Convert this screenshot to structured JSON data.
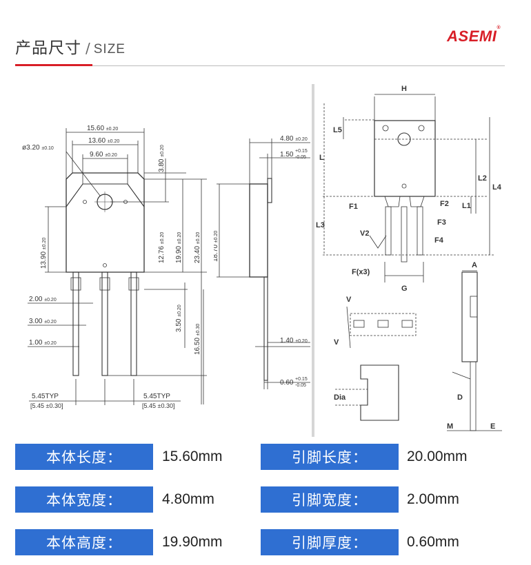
{
  "header": {
    "title_cn": "产品尺寸",
    "title_sep": "/",
    "title_en": "SIZE",
    "logo_text": "ASEMI",
    "logo_reg": "®"
  },
  "colors": {
    "accent_red": "#d81e27",
    "label_blue": "#2f6fd2"
  },
  "left_drawing": {
    "dims": {
      "w1560": "15.60",
      "w1360": "13.60",
      "w960": "9.60",
      "dia320": "ø3.20",
      "h380": "3.80",
      "h1390": "13.90",
      "h1276": "12.76",
      "h1990": "19.90",
      "h2340": "23.40",
      "l200": "2.00",
      "l300": "3.00",
      "l100": "1.00",
      "h350": "3.50",
      "h1650": "16.50",
      "pitch1": "5.45TYP",
      "pitch1b": "[5.45 ±0.30]",
      "pitch2": "5.45TYP",
      "pitch2b": "[5.45 ±0.30]"
    },
    "tol20": "±0.20",
    "tol10": "±0.10",
    "tol30": "±0.30"
  },
  "side_drawing": {
    "d480": "4.80",
    "d150": "1.50",
    "tol_p15": "+0.15",
    "tol_m05": "-0.05",
    "d1870": "18.70",
    "d140": "1.40",
    "d060": "0.60",
    "tol20": "±0.20"
  },
  "right_drawing": {
    "H": "H",
    "L5": "L5",
    "L": "L",
    "L2": "L2",
    "L4": "L4",
    "L1": "L1",
    "L3": "L3",
    "F1": "F1",
    "F2": "F2",
    "F3": "F3",
    "F4": "F4",
    "V2": "V2",
    "Fx3": "F(x3)",
    "G": "G",
    "A": "A",
    "V": "V",
    "Dia": "Dia",
    "D": "D",
    "M": "M",
    "E": "E"
  },
  "specs": [
    {
      "label": "本体长度：",
      "value": "15.60mm"
    },
    {
      "label": "引脚长度：",
      "value": "20.00mm"
    },
    {
      "label": "本体宽度：",
      "value": "4.80mm"
    },
    {
      "label": "引脚宽度：",
      "value": "2.00mm"
    },
    {
      "label": "本体高度：",
      "value": "19.90mm"
    },
    {
      "label": "引脚厚度：",
      "value": "0.60mm"
    }
  ]
}
